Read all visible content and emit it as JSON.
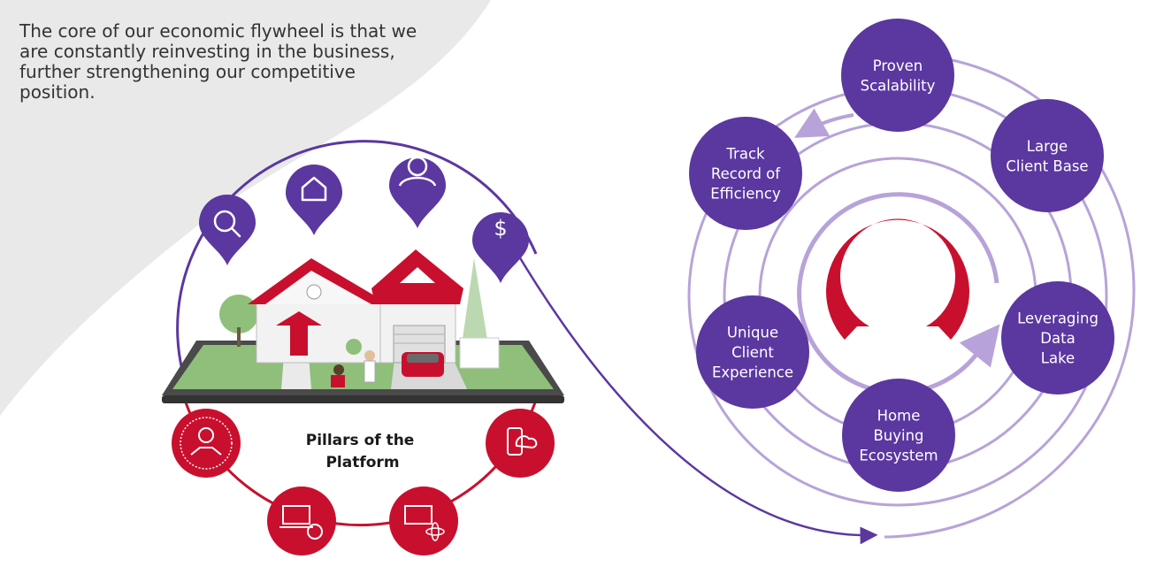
{
  "intro": {
    "text": "The core of our economic flywheel is that we are constantly reinvesting in the business, further strengthening our competitive position."
  },
  "pillars": {
    "title_line1": "Pillars of the",
    "title_line2": "Platform",
    "top_icons": [
      "search-icon",
      "home-icon",
      "user-icon",
      "dollar-icon"
    ],
    "bottom_icons": [
      "handshake-client-icon",
      "laptop-gear-icon",
      "analytics-atom-icon",
      "mobile-cloud-icon"
    ]
  },
  "flywheel": {
    "nodes": [
      {
        "id": "proven-scalability",
        "lines": [
          "Proven",
          "Scalability"
        ]
      },
      {
        "id": "large-client-base",
        "lines": [
          "Large",
          "Client Base"
        ]
      },
      {
        "id": "leveraging-data-lake",
        "lines": [
          "Leveraging",
          "Data",
          "Lake"
        ]
      },
      {
        "id": "home-buying-ecosystem",
        "lines": [
          "Home",
          "Buying",
          "Ecosystem"
        ]
      },
      {
        "id": "unique-client-experience",
        "lines": [
          "Unique",
          "Client",
          "Experience"
        ]
      },
      {
        "id": "track-record-of-efficiency",
        "lines": [
          "Track",
          "Record of",
          "Efficiency"
        ]
      }
    ],
    "center_icon": "rocket-logo-icon"
  },
  "colors": {
    "purple": "#5b37a0",
    "light_purple": "#b7a3d9",
    "red": "#c8102e",
    "gray_bg": "#e9e9e9",
    "text": "#333333"
  }
}
